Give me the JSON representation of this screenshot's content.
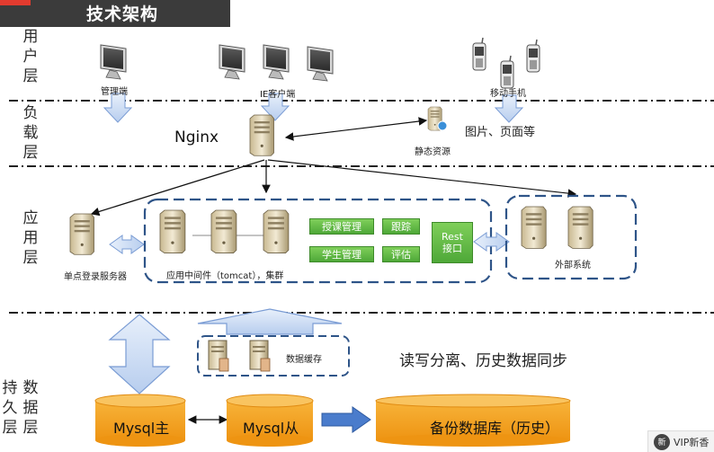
{
  "header": {
    "title": "技术架构"
  },
  "layers": {
    "user": "用户层",
    "load": "负载层",
    "app": "应用层",
    "data_col1": "持久层",
    "data_col2": "数据层"
  },
  "user_layer": {
    "admin_client": "管理端",
    "ie_client": "IE客户端",
    "mobile": "移动手机"
  },
  "load_layer": {
    "nginx": "Nginx",
    "static_resources": "静态资源",
    "static_note": "图片、页面等"
  },
  "app_layer": {
    "sso_server": "单点登录服务器",
    "cluster_label": "应用中间件（tomcat），集群",
    "modules": [
      "授课管理",
      "跟踪",
      "学生管理",
      "评估"
    ],
    "rest_interface_line1": "Rest",
    "rest_interface_line2": "接口",
    "external_system": "外部系统"
  },
  "data_layer": {
    "data_cache": "数据缓存",
    "rw_note": "读写分离、历史数据同步",
    "mysql_master": "Mysql主",
    "mysql_slave": "Mysql从",
    "backup_db": "备份数据库（历史）"
  },
  "watermark": {
    "badge": "新",
    "text": "VIP新香"
  },
  "colors": {
    "cylinder": "#f5a020",
    "arrow_fill": "#d4e4f8",
    "arrow_stroke": "#7a9cd4",
    "dashed_box": "#2e5488",
    "green": "#5bb142"
  }
}
